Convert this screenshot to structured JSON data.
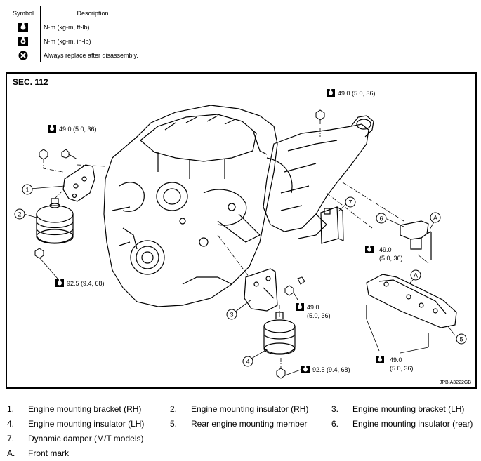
{
  "symbol_table": {
    "header_symbol": "Symbol",
    "header_description": "Description",
    "rows": [
      {
        "icon": "torque-wrench-icon",
        "description": "N·m (kg-m, ft-lb)"
      },
      {
        "icon": "torque-wrench-inlb-icon",
        "description": "N·m (kg-m, in-lb)"
      },
      {
        "icon": "always-replace-icon",
        "description": "Always replace after disassembly."
      }
    ]
  },
  "figure": {
    "section": "SEC. 112",
    "code": "JPBIA3222GB",
    "torques": [
      "49.0 (5.0, 36)",
      "49.0 (5.0, 36)",
      "92.5 (9.4, 68)",
      "49.0",
      "(5.0, 36)",
      "49.0",
      "(5.0, 36)",
      "92.5 (9.4, 68)",
      "49.0",
      "(5.0, 36)"
    ],
    "callouts": [
      "1",
      "2",
      "3",
      "4",
      "5",
      "6",
      "7",
      "A",
      "A"
    ]
  },
  "parts": [
    {
      "num": "1.",
      "name": "Engine mounting bracket (RH)"
    },
    {
      "num": "2.",
      "name": "Engine mounting insulator (RH)"
    },
    {
      "num": "3.",
      "name": "Engine mounting bracket (LH)"
    },
    {
      "num": "4.",
      "name": "Engine mounting insulator (LH)"
    },
    {
      "num": "5.",
      "name": "Rear engine mounting member"
    },
    {
      "num": "6.",
      "name": "Engine mounting insulator (rear)"
    },
    {
      "num": "7.",
      "name": "Dynamic damper (M/T models)"
    },
    {
      "num": "A.",
      "name": "Front mark"
    }
  ]
}
